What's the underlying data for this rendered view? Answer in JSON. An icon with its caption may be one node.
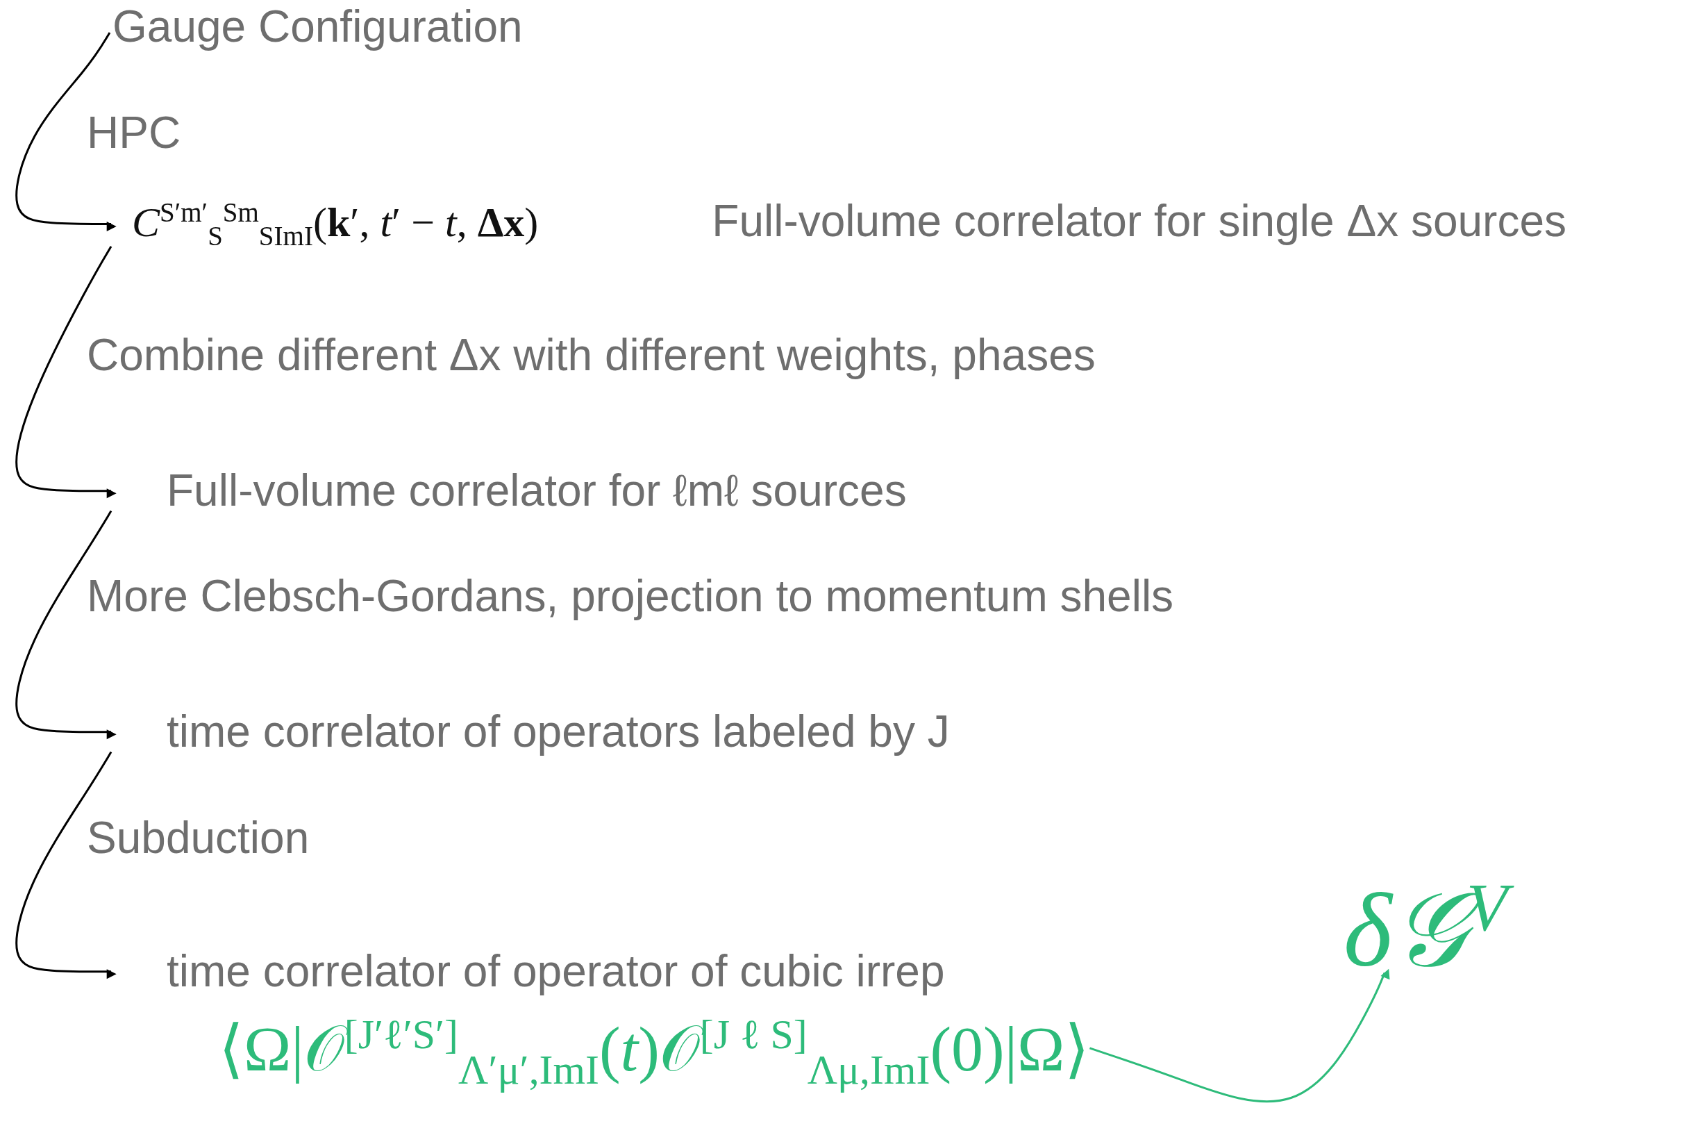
{
  "diagram": {
    "nodes": [
      {
        "text": [
          "Gauge Configuration"
        ]
      },
      {
        "text": [
          "*C*$^{S′m′}$$_{S}$$^{Sm}$$_{S}$$_{Im}$$_{I}$(**k**′, *t*′ − *t*, **Δx**)"
        ],
        "beside": [
          "Full-volume correlator for single Δx sources"
        ]
      },
      {
        "text": [
          "Full-volume correlator for ℓmℓ sources"
        ]
      },
      {
        "text": [
          "time correlator of operators labeled by J"
        ]
      },
      {
        "text": [
          "time correlator of operator of cubic irrep"
        ]
      },
      {
        "text": [
          "⟨Ω|𝒪$^{[J′ℓ′S′]}$$_{Λ′μ′,ImI}$(*t*)𝒪$^{[J ℓ S]}$$_{Λμ,ImI}$(0)|Ω⟩"
        ]
      },
      {
        "text": [
          "δ𝒢$^{V}$"
        ]
      }
    ],
    "edges": [
      {
        "from": 0,
        "to": 1,
        "arrow": "to",
        "label": "HPC"
      },
      {
        "from": 1,
        "to": 2,
        "arrow": "to",
        "label": "Combine different Δx with different weights, phases"
      },
      {
        "from": 2,
        "to": 3,
        "arrow": "to",
        "label": "More Clebsch-Gordans, projection to momentum shells"
      },
      {
        "from": 3,
        "to": 4,
        "arrow": "to",
        "label": "Subduction"
      },
      {
        "from": 5,
        "to": 6,
        "arrow": "to",
        "color": "#2dbb7a"
      }
    ]
  }
}
